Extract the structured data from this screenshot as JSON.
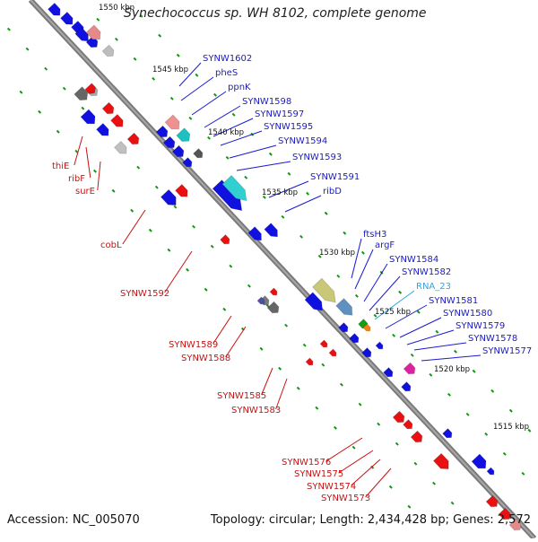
{
  "title": "Synechococcus sp. WH 8102, complete genome",
  "footer": {
    "accession": "Accession: NC_005070",
    "summary": "Topology: circular; Length: 2,434,428 bp; Genes: 2,572"
  },
  "colors": {
    "backbone": "#777777",
    "forward_gene": "#1010e0",
    "reverse_gene": "#e81010",
    "label_forward": "#1a1ad0",
    "label_reverse": "#cc1010",
    "label_rna": "#2aa8e0",
    "tick_dots": "#119911",
    "kbp_text": "#111111"
  },
  "kbp_ticks": [
    "1550 kbp",
    "1545 kbp",
    "1540 kbp",
    "1535 kbp",
    "1530 kbp",
    "1525 kbp",
    "1520 kbp",
    "1515 kbp"
  ],
  "labels_right": [
    {
      "text": "SYNW1602",
      "kind": "forward"
    },
    {
      "text": "pheS",
      "kind": "forward"
    },
    {
      "text": "ppnK",
      "kind": "forward"
    },
    {
      "text": "SYNW1598",
      "kind": "forward"
    },
    {
      "text": "SYNW1597",
      "kind": "forward"
    },
    {
      "text": "SYNW1595",
      "kind": "forward"
    },
    {
      "text": "SYNW1594",
      "kind": "forward"
    },
    {
      "text": "SYNW1593",
      "kind": "forward"
    },
    {
      "text": "SYNW1591",
      "kind": "forward"
    },
    {
      "text": "ribD",
      "kind": "forward"
    },
    {
      "text": "ftsH3",
      "kind": "forward"
    },
    {
      "text": "argF",
      "kind": "forward"
    },
    {
      "text": "SYNW1584",
      "kind": "forward"
    },
    {
      "text": "SYNW1582",
      "kind": "forward"
    },
    {
      "text": "RNA_23",
      "kind": "rna"
    },
    {
      "text": "SYNW1581",
      "kind": "forward"
    },
    {
      "text": "SYNW1580",
      "kind": "forward"
    },
    {
      "text": "SYNW1579",
      "kind": "forward"
    },
    {
      "text": "SYNW1578",
      "kind": "forward"
    },
    {
      "text": "SYNW1577",
      "kind": "forward"
    }
  ],
  "labels_left": [
    {
      "text": "thiE",
      "kind": "reverse"
    },
    {
      "text": "ribF",
      "kind": "reverse"
    },
    {
      "text": "surE",
      "kind": "reverse"
    },
    {
      "text": "cobL",
      "kind": "reverse"
    },
    {
      "text": "SYNW1592",
      "kind": "reverse"
    },
    {
      "text": "SYNW1589",
      "kind": "reverse"
    },
    {
      "text": "SYNW1588",
      "kind": "reverse"
    },
    {
      "text": "SYNW1585",
      "kind": "reverse"
    },
    {
      "text": "SYNW1583",
      "kind": "reverse"
    },
    {
      "text": "SYNW1576",
      "kind": "reverse"
    },
    {
      "text": "SYNW1575",
      "kind": "reverse"
    },
    {
      "text": "SYNW1574",
      "kind": "reverse"
    },
    {
      "text": "SYNW1573",
      "kind": "reverse"
    }
  ]
}
